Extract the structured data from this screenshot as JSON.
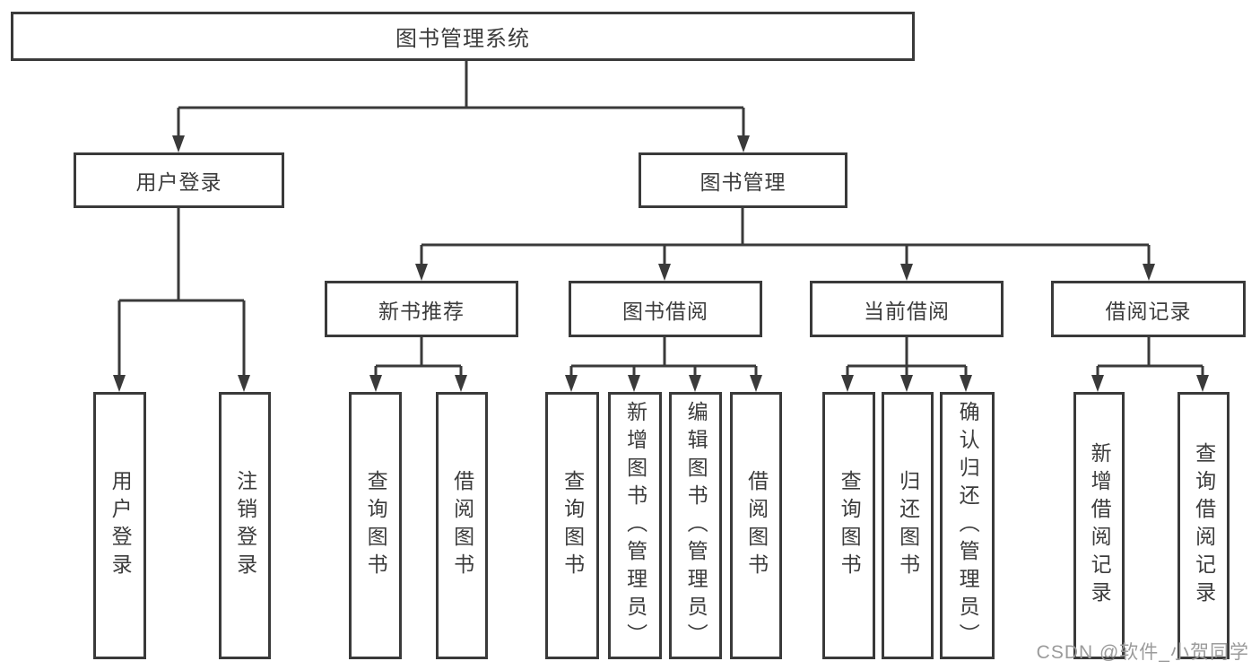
{
  "diagram": {
    "type": "hierarchy-tree",
    "orientation": "top-down",
    "colors": {
      "line": "#3a3a3a",
      "box_border": "#3a3a3a",
      "text": "#3c3c3c",
      "background": "#ffffff",
      "watermark": "#9b9b9b"
    }
  },
  "tree": {
    "root_label": "图书管理系统",
    "branches": [
      {
        "label": "用户登录",
        "leaves": [
          "用户登录",
          "注销登录"
        ]
      },
      {
        "label": "图书管理",
        "groups": [
          {
            "label": "新书推荐",
            "leaves": [
              "查询图书",
              "借阅图书"
            ]
          },
          {
            "label": "图书借阅",
            "leaves": [
              "查询图书",
              "新增图书（管理员）",
              "编辑图书（管理员）",
              "借阅图书"
            ]
          },
          {
            "label": "当前借阅",
            "leaves": [
              "查询图书",
              "归还图书",
              "确认归还（管理员）"
            ]
          },
          {
            "label": "借阅记录",
            "leaves": [
              "新增借阅记录",
              "查询借阅记录"
            ]
          }
        ]
      }
    ]
  },
  "watermark": {
    "text": "CSDN @软件_小贺同学"
  }
}
